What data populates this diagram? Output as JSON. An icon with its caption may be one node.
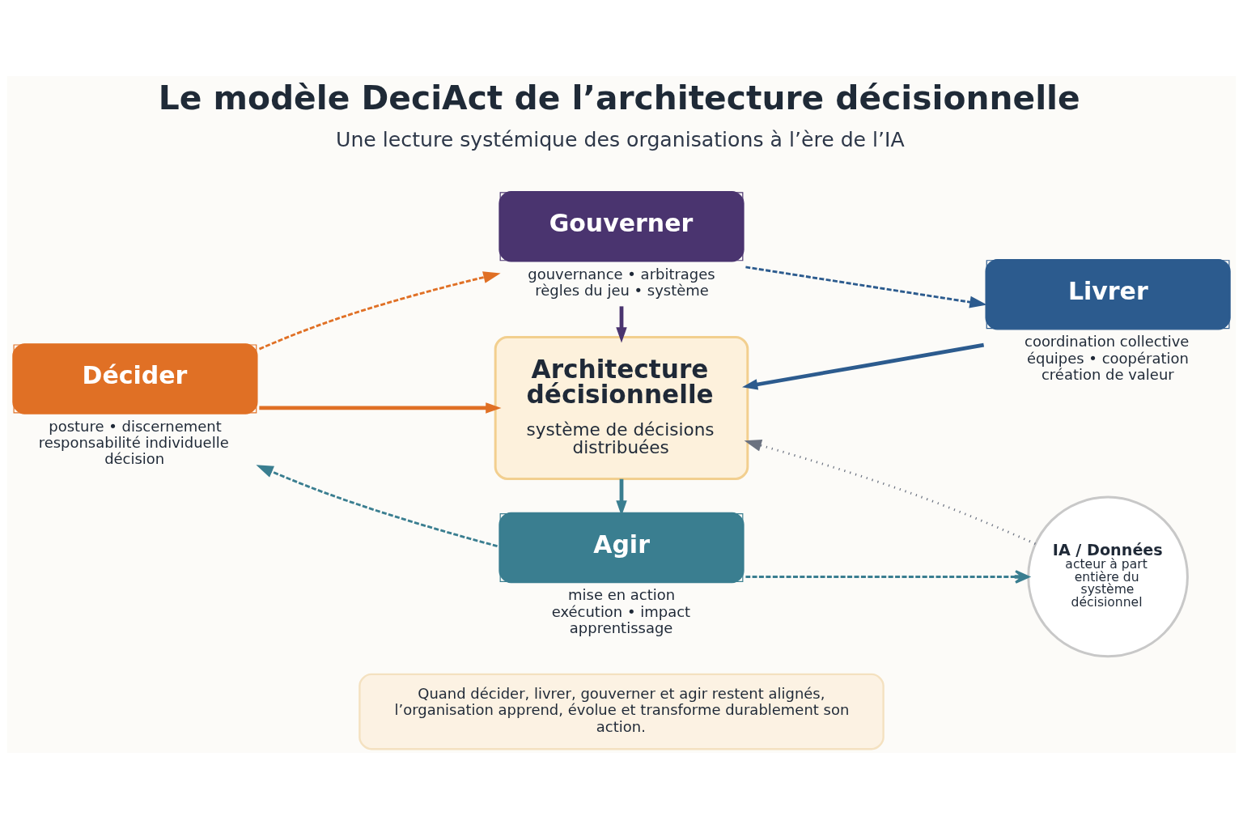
{
  "diagram": {
    "title": "Le modèle DeciAct de l’architecture décisionnelle",
    "nodes": [
      {
        "text": [
          "Gouverner"
        ],
        "beside": [
          "gouvernance • arbitrages règles du jeu • système"
        ]
      },
      {
        "text": [
          "Décider"
        ],
        "beside": [
          "posture • discernement responsabilité individuelle décision"
        ]
      },
      {
        "text": [
          "Architecture décisionnelle",
          "système de décisions distribuées"
        ]
      },
      {
        "text": [
          "Livrer"
        ],
        "beside": [
          "coordination collective équipes • coopération création de valeur"
        ]
      },
      {
        "text": [
          "Agir"
        ],
        "beside": [
          "mise en action exécution • impact apprentissage"
        ]
      },
      {
        "text": [
          "IA / Données",
          "acteur à part entière du système décisionnel"
        ]
      },
      {
        "text": [
          "Quand décider, livrer, gouverner et agir restent alignés, l’organisation apprend, évolue et transforme durablement son action."
        ]
      }
    ],
    "edges": [
      {
        "from": 1,
        "to": 0,
        "arrow": "to",
        "style": "dashed",
        "color": "#e07025"
      },
      {
        "from": 0,
        "to": 3,
        "arrow": "to",
        "style": "dashed",
        "color": "#2c5b8e"
      },
      {
        "from": 4,
        "to": 1,
        "arrow": "to",
        "style": "dashed",
        "color": "#3a7e90"
      },
      {
        "from": 4,
        "to": 5,
        "arrow": "to",
        "style": "dashed",
        "color": "#3a7e90"
      },
      {
        "from": 0,
        "to": 2,
        "arrow": "to",
        "color": "#4a346f"
      },
      {
        "from": 1,
        "to": 2,
        "arrow": "to",
        "color": "#e07025"
      },
      {
        "from": 3,
        "to": 2,
        "arrow": "to",
        "color": "#2c5b8e"
      },
      {
        "from": 2,
        "to": 4,
        "arrow": "to",
        "color": "#3a7e90"
      },
      {
        "from": 5,
        "to": 2,
        "arrow": "to",
        "style": "dashed",
        "color": "#6b7280"
      }
    ],
    "labels": [
      "Une lecture systémique des organisations à l’ère de l’IA"
    ]
  }
}
